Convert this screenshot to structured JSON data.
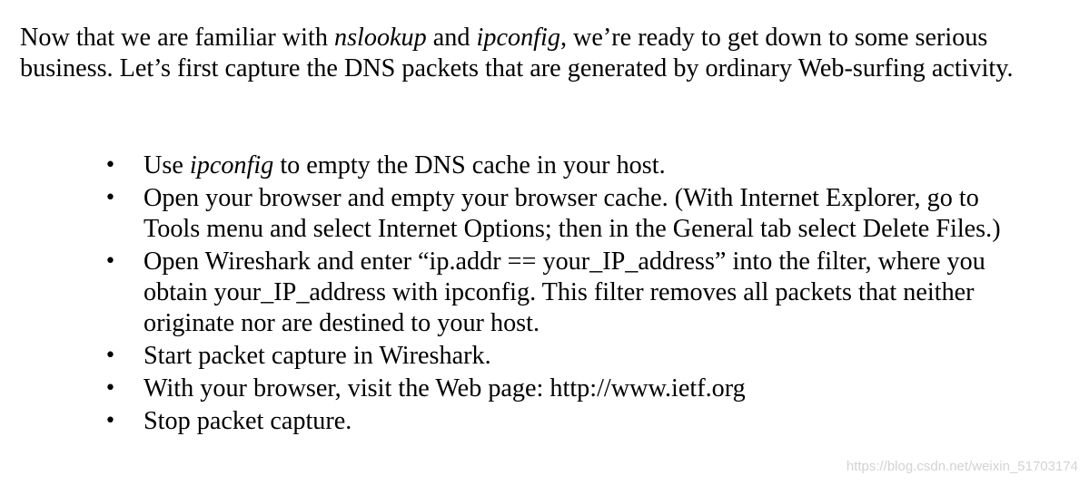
{
  "intro": {
    "part1": "Now that we are familiar with ",
    "term1": "nslookup",
    "part2": " and ",
    "term2": "ipconfig",
    "part3": ", we’re ready to get down to some serious business. Let’s first capture the DNS packets that are generated by ordinary Web-surfing activity."
  },
  "bullet_symbol": "•",
  "steps": [
    {
      "pre": "Use ",
      "term": "ipconfig",
      "post": " to empty the DNS cache in your host."
    },
    {
      "text": "Open your browser and empty your browser cache. (With Internet Explorer, go to Tools menu and select Internet Options; then in the General tab select Delete Files.)"
    },
    {
      "text": "Open Wireshark and enter “ip.addr == your_IP_address” into the filter, where you obtain your_IP_address with ipconfig. This filter removes all packets that neither originate nor are destined to your host."
    },
    {
      "text": "Start packet capture in Wireshark."
    },
    {
      "text": "With your browser, visit the Web page: http://www.ietf.org"
    },
    {
      "text": "Stop packet capture."
    }
  ],
  "watermark": "https://blog.csdn.net/weixin_51703174"
}
